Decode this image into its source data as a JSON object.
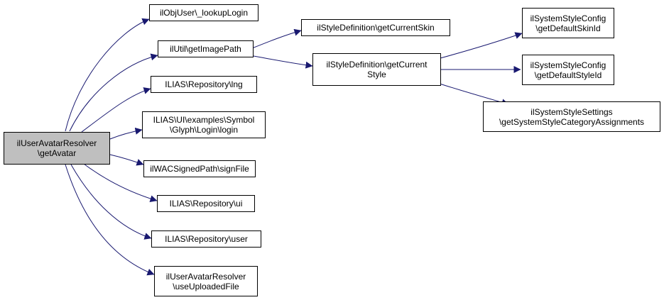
{
  "colors": {
    "edge": "#191970",
    "root_fill": "#bfbfbf",
    "node_fill": "#ffffff",
    "border": "#000000"
  },
  "nodes": {
    "root": {
      "line1": "ilUserAvatarResolver",
      "line2": "\\getAvatar"
    },
    "lookup": {
      "line1": "ilObjUser\\_lookupLogin"
    },
    "imgpath": {
      "line1": "ilUtil\\getImagePath"
    },
    "lng": {
      "line1": "ILIAS\\Repository\\lng"
    },
    "symbol": {
      "line1": "ILIAS\\UI\\examples\\Symbol",
      "line2": "\\Glyph\\Login\\login"
    },
    "sign": {
      "line1": "ilWACSignedPath\\signFile"
    },
    "ui": {
      "line1": "ILIAS\\Repository\\ui"
    },
    "user": {
      "line1": "ILIAS\\Repository\\user"
    },
    "upload": {
      "line1": "ilUserAvatarResolver",
      "line2": "\\useUploadedFile"
    },
    "skin": {
      "line1": "ilStyleDefinition\\getCurrentSkin"
    },
    "style": {
      "line1": "ilStyleDefinition\\getCurrent",
      "line2": "Style"
    },
    "defskin": {
      "line1": "ilSystemStyleConfig",
      "line2": "\\getDefaultSkinId"
    },
    "defstyle": {
      "line1": "ilSystemStyleConfig",
      "line2": "\\getDefaultStyleId"
    },
    "catassign": {
      "line1": "ilSystemStyleSettings",
      "line2": "\\getSystemStyleCategoryAssignments"
    }
  }
}
